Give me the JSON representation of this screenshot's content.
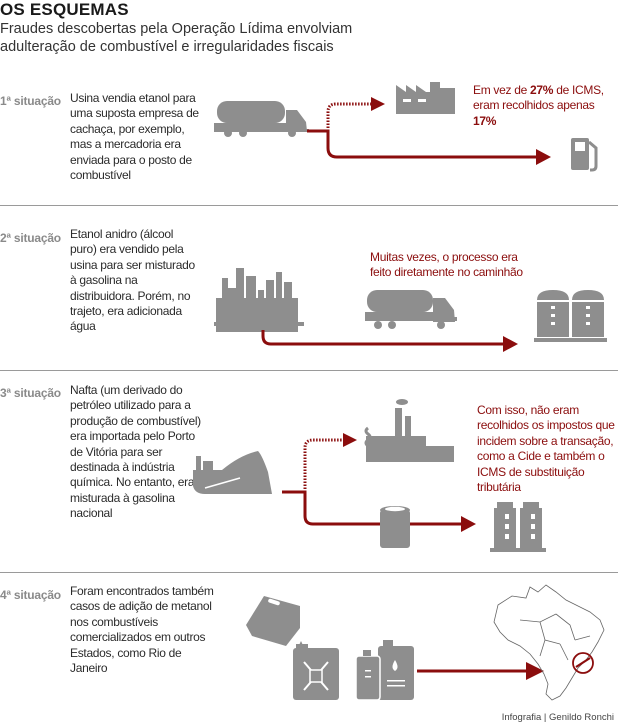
{
  "header": {
    "title": "OS ESQUEMAS",
    "subtitle": "Fraudes descobertas pela Operação Lídima envolviam adulteração de combustível e irregularidades fiscais"
  },
  "situations": [
    {
      "label": "1ª situação",
      "text": "Usina vendia etanol para uma suposta empresa de cachaça, por exemplo, mas a mercadoria era enviada para o posto de combustível",
      "note": {
        "prefix": "Em vez de ",
        "value1": "27%",
        "middle": " de ICMS, eram recolhidos apenas ",
        "value2": "17%"
      },
      "icons": [
        "tanker-truck-icon",
        "factory-icon",
        "fuel-pump-icon"
      ]
    },
    {
      "label": "2ª situação",
      "text": "Etanol anidro (álcool puro) era vendido pela usina para ser misturado à gasolina na distribuidora. Porém, no trajeto, era adicionada água",
      "note": {
        "text": "Muitas vezes, o processo era feito diretamente no caminhão"
      },
      "icons": [
        "refinery-icon",
        "tanker-truck-icon",
        "storage-tanks-icon"
      ]
    },
    {
      "label": "3ª situação",
      "text": "Nafta (um derivado do petróleo utilizado para a produção de combustível) era importada pelo Porto de Vitória para ser destinada à indústria química. No entanto, era misturada à gasolina nacional",
      "note": {
        "text": "Com  isso, não eram recolhidos os impostos que incidem sobre a transação, como a Cide e também o ICMS de substituição tributária"
      },
      "icons": [
        "ship-icon",
        "chemical-plant-icon",
        "barrel-icon",
        "storage-tanks-icon"
      ]
    },
    {
      "label": "4ª situação",
      "text": "Foram encontrados também casos de adição de metanol nos combustíveis comercializados em outros Estados, como Rio de Janeiro",
      "icons": [
        "pouring-canister-icon",
        "jerrycan-icon",
        "oil-bottle-icon",
        "brazil-map-icon"
      ]
    }
  ],
  "credit": "Infografia | Genildo Ronchi",
  "colors": {
    "accent": "#8b0d0d",
    "icon_gray": "#8e8e8e",
    "divider": "#9a9a9a"
  }
}
